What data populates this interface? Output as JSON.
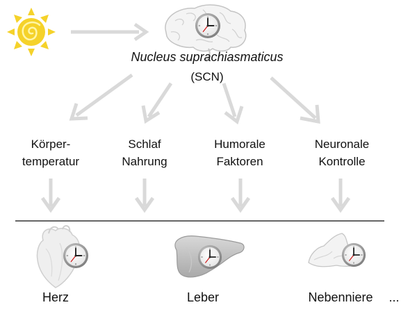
{
  "center": {
    "title": "Nucleus suprachiasmaticus",
    "abbrev": "(SCN)"
  },
  "pathways": [
    {
      "line1": "Körper-",
      "line2": "temperatur"
    },
    {
      "line1": "Schlaf",
      "line2": "Nahrung"
    },
    {
      "line1": "Humorale",
      "line2": "Faktoren"
    },
    {
      "line1": "Neuronale",
      "line2": "Kontrolle"
    }
  ],
  "organs": [
    {
      "label": "Herz",
      "icon": "heart-icon"
    },
    {
      "label": "Leber",
      "icon": "liver-icon"
    },
    {
      "label": "Nebenniere",
      "icon": "adrenal-gland-icon"
    }
  ],
  "ellipsis": "...",
  "colors": {
    "sun": "#f5d22a",
    "arrow": "#d9d9d9",
    "organ_gray": "#bdbdbd",
    "clock_frame": "#9a9a9a",
    "clock_hand": "#222222",
    "clock_second_hand": "#d01818",
    "divider": "#333333"
  }
}
